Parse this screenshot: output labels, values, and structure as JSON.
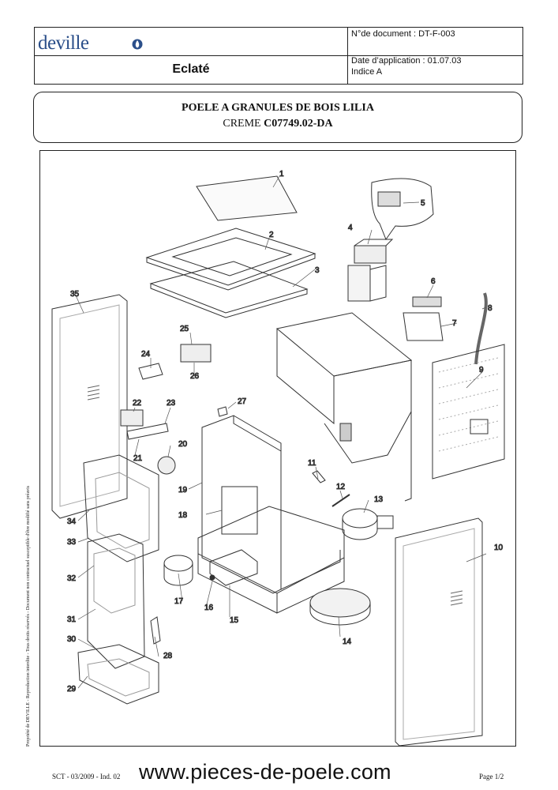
{
  "header": {
    "brand": "deville",
    "title": "Eclaté",
    "doc_number": "N°de document : DT-F-003",
    "date_application": "Date d’application : 01.07.03",
    "indice": "Indice A"
  },
  "product": {
    "line1": "POELE A GRANULES DE BOIS LILIA",
    "line2_prefix": "CREME",
    "line2_ref": "C07749.02-DA"
  },
  "diagram": {
    "part_numbers": [
      "1",
      "2",
      "3",
      "4",
      "5",
      "6",
      "7",
      "8",
      "9",
      "10",
      "11",
      "12",
      "13",
      "14",
      "15",
      "16",
      "17",
      "18",
      "19",
      "20",
      "21",
      "22",
      "23",
      "24",
      "25",
      "26",
      "27",
      "28",
      "29",
      "30",
      "31",
      "32",
      "33",
      "34",
      "35"
    ]
  },
  "side_note": "Propriété de DEVILLE - Reproduction interdite - Tous droits réservés - Document non contractuel susceptible d'être modifié sans préavis",
  "footer": {
    "left": "SCT - 03/2009 - Ind. 02",
    "url": "www.pieces-de-poele.com",
    "page": "Page 1/2"
  }
}
